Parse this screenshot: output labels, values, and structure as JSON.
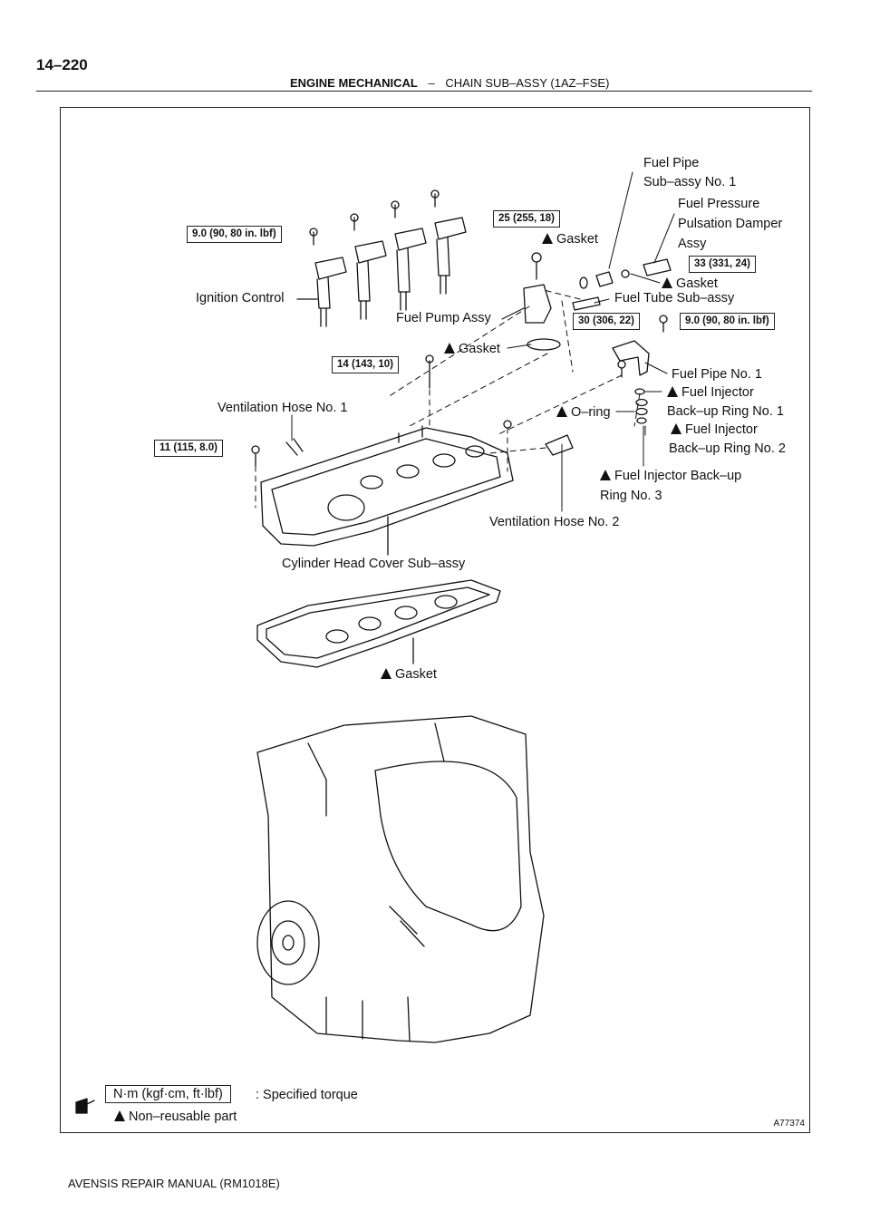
{
  "page": {
    "number": "14–220",
    "section_bold": "ENGINE MECHANICAL",
    "section_sep": "–",
    "section_rest": "CHAIN SUB–ASSY (1AZ–FSE)",
    "footer": "AVENSIS REPAIR MANUAL   (RM1018E)"
  },
  "figure": {
    "id": "A77374",
    "labels": {
      "fuel_pipe_subassy_1": "Fuel Pipe",
      "fuel_pipe_subassy_2": "Sub–assy No. 1",
      "fuel_pressure_1": "Fuel Pressure",
      "fuel_pressure_2": "Pulsation Damper",
      "fuel_pressure_3": "Assy",
      "gasket_pump_top": "Gasket",
      "gasket_damper": "Gasket",
      "ignition_control": "Ignition Control",
      "fuel_tube_subassy": "Fuel Tube Sub–assy",
      "fuel_pump_assy": "Fuel Pump Assy",
      "gasket_pump_bottom": "Gasket",
      "fuel_pipe_no1": "Fuel Pipe No. 1",
      "fuel_injector_1a": "Fuel Injector",
      "fuel_injector_1b": "Back–up Ring No. 1",
      "fuel_injector_2a": "Fuel Injector",
      "fuel_injector_2b": "Back–up Ring No. 2",
      "ventilation_hose_1": "Ventilation Hose No. 1",
      "o_ring": "O–ring",
      "fuel_injector_3a": "Fuel Injector Back–up",
      "fuel_injector_3b": "Ring No. 3",
      "ventilation_hose_2": "Ventilation Hose No. 2",
      "cylinder_head_cover": "Cylinder Head Cover Sub–assy",
      "gasket_cover": "Gasket"
    },
    "torques": {
      "t_ignition": "9.0 (90, 80 in. lbf)",
      "t_pump": "25 (255, 18)",
      "t_damper": "33 (331, 24)",
      "t_pipe": "30 (306, 22)",
      "t_pipe_bolt": "9.0 (90, 80 in. lbf)",
      "t_14": "14 (143, 10)",
      "t_11": "11 (115, 8.0)"
    },
    "legend": {
      "unit": "N·m (kgf·cm, ft·lbf)",
      "specified": ": Specified torque",
      "non_reusable": "Non–reusable part"
    }
  }
}
